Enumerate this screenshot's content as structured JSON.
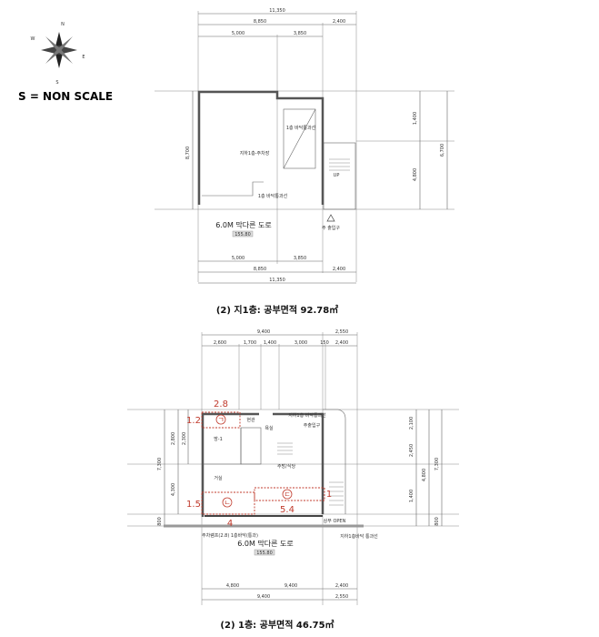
{
  "compass": {
    "n": "N",
    "w": "W",
    "e": "E",
    "s": "S"
  },
  "scale_note": "S = NON SCALE",
  "basement": {
    "caption": "(2) 지1층: 공부면적 92.78㎡",
    "top_dims": {
      "total": "11,350",
      "left": "8,850",
      "right": "2,400",
      "sub1": "5,000",
      "sub2": "3,850"
    },
    "bottom_dims": {
      "total": "11,350",
      "left": "8,850",
      "right": "2,400",
      "sub1": "5,000",
      "sub2": "3,850"
    },
    "left_dim": "8,700",
    "right_dims": {
      "upper": "1,400",
      "lower": "4,800",
      "total": "6,700"
    },
    "rooms": {
      "parking": "지하1층-주차장",
      "ramp_top": "1층 바닥통과선",
      "ramp_bottom": "1층 바닥통과선",
      "stair": "UP"
    },
    "road": "6.0M 막다른 도로",
    "road_badge": "155.80",
    "entrance": "주 출입구"
  },
  "ground": {
    "caption": "(2) 1층: 공부면적 46.75㎡",
    "top_dims": {
      "main": "9,400",
      "side": "2,550",
      "d1": "2,600",
      "d2": "1,700",
      "d3": "1,400",
      "d4": "3,000",
      "d5": "150",
      "d6": "2,400"
    },
    "bottom_dims": {
      "d1": "4,800",
      "d2": "9,400",
      "d3": "2,400",
      "t1": "9,400",
      "t2": "2,550"
    },
    "left_dims": {
      "a": "2,800",
      "b": "2,300",
      "c": "4,300",
      "total": "7,300",
      "d": "800"
    },
    "right_dims": {
      "a": "2,100",
      "b": "2,450",
      "c": "4,800",
      "d": "1,400",
      "total": "7,300",
      "e": "800"
    },
    "rooms": {
      "room1": "방-1",
      "living": "거실",
      "kitchen": "주방/식당",
      "entry": "현관",
      "bath": "욕실",
      "upper_note": "지하1층 바닥통과선",
      "upper_note2": "주출입구",
      "open": "상부 OPEN",
      "left_note": "주차램프(2.8)\n1층바닥(통과)",
      "right_note": "지하1층바닥 통과선"
    },
    "road": "6.0M 막다른 도로",
    "road_badge": "155.80",
    "markups": {
      "a_w": "2.8",
      "a_h": "1.2",
      "a_sym": "ㄱ",
      "b_h": "1.5",
      "b_w": "4",
      "b_sym": "ㄴ",
      "c_w": "5.4",
      "c_h": "1",
      "c_sym": "ㄷ"
    },
    "markup_color": "#c0392b"
  }
}
